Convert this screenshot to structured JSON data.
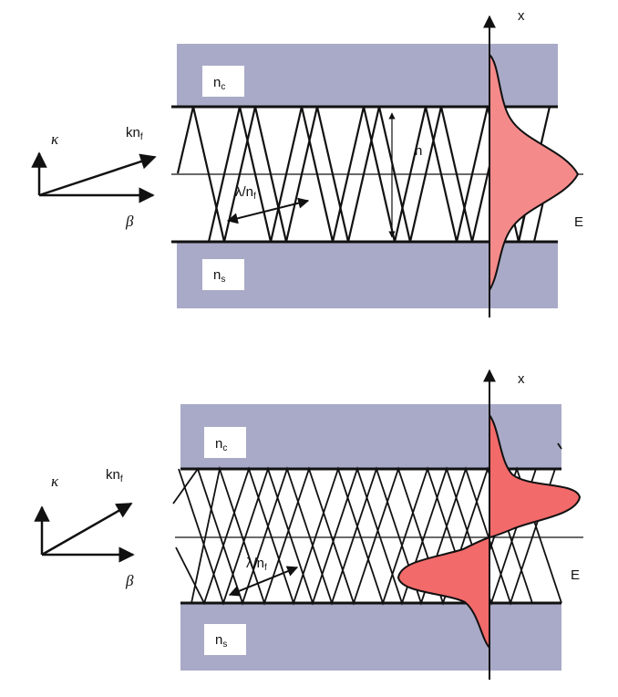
{
  "top": {
    "cladding_label": "n",
    "cladding_sub": "c",
    "substrate_label": "n",
    "substrate_sub": "s",
    "kappa": "κ",
    "beta": "β",
    "knf": "kn",
    "knf_sub": "f",
    "wavelength": "λ/n",
    "wavelength_sub": "f",
    "thickness": "h",
    "axis_x": "x",
    "field": "E"
  },
  "bottom": {
    "cladding_label": "n",
    "cladding_sub": "c",
    "substrate_label": "n",
    "substrate_sub": "s",
    "kappa": "κ",
    "beta": "β",
    "knf": "kn",
    "knf_sub": "f",
    "wavelength": "λ/n",
    "wavelength_sub": "f",
    "axis_x": "x",
    "field": "E"
  },
  "colors": {
    "cladding": "#a9aac7",
    "field_top": "#f58a8a",
    "field_bottom": "#f26a6a",
    "line": "#111111",
    "label_box": "#ffffff"
  }
}
